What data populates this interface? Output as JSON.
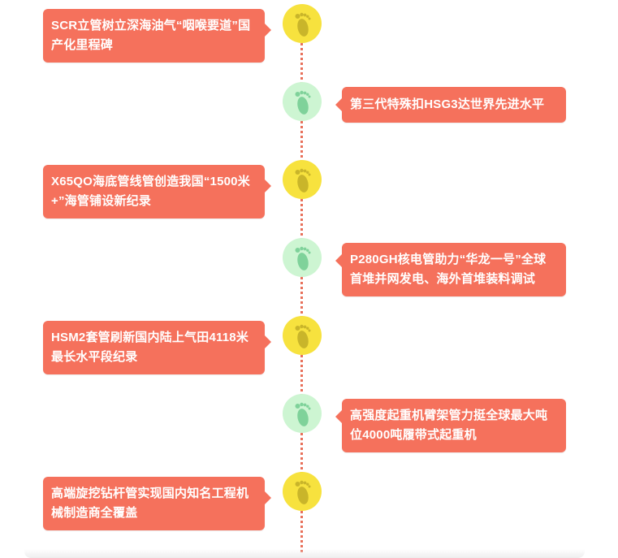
{
  "timeline": {
    "events": [
      {
        "text": "SCR立管树立深海油气“咽喉要道”国产化里程碑",
        "side": "left",
        "node_color": "yellow",
        "icon": "footprint-icon"
      },
      {
        "text": "第三代特殊扣HSG3达世界先进水平",
        "side": "right",
        "node_color": "green",
        "icon": "footprint-icon"
      },
      {
        "text": "X65QO海底管线管创造我国“1500米+”海管铺设新纪录",
        "side": "left",
        "node_color": "yellow",
        "icon": "footprint-icon"
      },
      {
        "text": "P280GH核电管助力“华龙一号”全球首堆并网发电、海外首堆装料调试",
        "side": "right",
        "node_color": "green",
        "icon": "footprint-icon"
      },
      {
        "text": "HSM2套管刷新国内陆上气田4118米最长水平段纪录",
        "side": "left",
        "node_color": "yellow",
        "icon": "footprint-icon"
      },
      {
        "text": "高强度起重机臂架管力挺全球最大吨位4000吨履带式起重机",
        "side": "right",
        "node_color": "green",
        "icon": "footprint-icon"
      },
      {
        "text": "高端旋挖钻杆管实现国内知名工程机械制造商全覆盖",
        "side": "left",
        "node_color": "yellow",
        "icon": "footprint-icon"
      }
    ]
  },
  "colors": {
    "card": "#f5715c",
    "spine": "#e8705a",
    "node_yellow": "#f7e23e",
    "foot_yellow": "#c9b52a",
    "node_green": "#cdf5d2",
    "foot_green": "#7fd29a"
  }
}
